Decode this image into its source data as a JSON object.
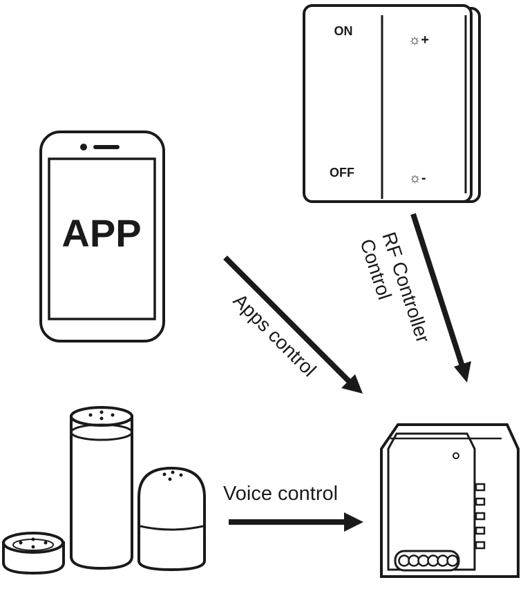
{
  "phone": {
    "label": "APP"
  },
  "rf_remote": {
    "top_left": "ON",
    "bottom_left": "OFF",
    "top_right": "☼+",
    "bottom_right": "☼-"
  },
  "arrows": {
    "apps": "Apps control",
    "rf_line1": "RF Controller",
    "rf_line2": "Control",
    "voice": "Voice control"
  }
}
